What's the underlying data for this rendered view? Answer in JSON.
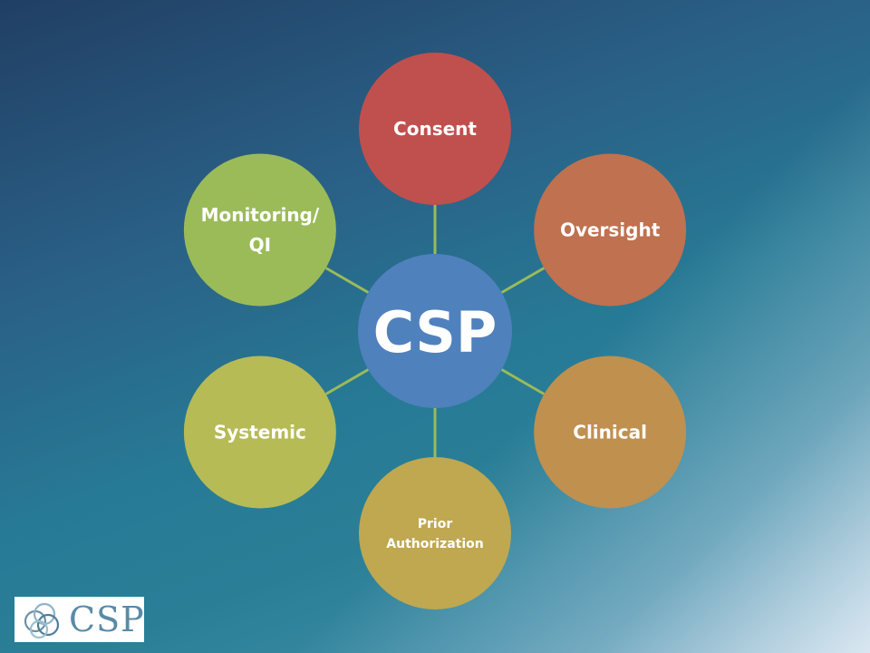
{
  "center": {
    "label": "CSP",
    "color": "#4f81bd"
  },
  "nodes": [
    {
      "id": "consent",
      "lines": [
        "Consent"
      ],
      "color": "#c0504d"
    },
    {
      "id": "oversight",
      "lines": [
        "Oversight"
      ],
      "color": "#c0714f"
    },
    {
      "id": "clinical",
      "lines": [
        "Clinical"
      ],
      "color": "#c0904f"
    },
    {
      "id": "prior-authorization",
      "lines": [
        "Prior",
        "Authorization"
      ],
      "color": "#bfa850"
    },
    {
      "id": "systemic",
      "lines": [
        "Systemic"
      ],
      "color": "#b6bb55"
    },
    {
      "id": "monitoring-qi",
      "lines": [
        "Monitoring/",
        "QI"
      ],
      "color": "#9bbb59"
    }
  ],
  "connector_color": "#9bbb59",
  "logo": {
    "text": "CSP",
    "color": "#5a8aa6"
  }
}
